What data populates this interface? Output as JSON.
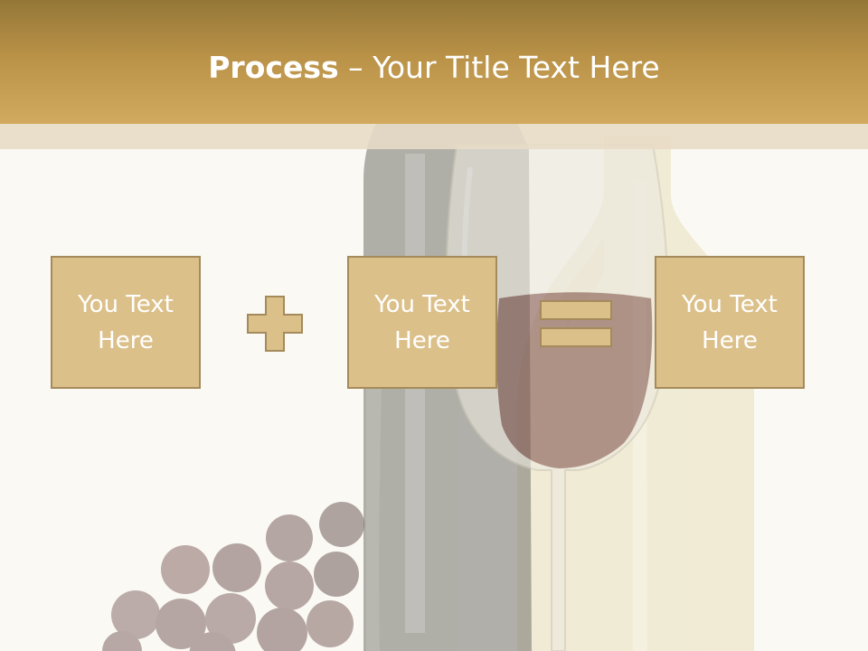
{
  "slide": {
    "title_bold": "Process",
    "title_rest": " – Your Title Text Here"
  },
  "process": {
    "boxes": [
      {
        "label": "You Text Here"
      },
      {
        "label": "You Text Here"
      },
      {
        "label": "You Text Here"
      }
    ],
    "operators": [
      "plus-icon",
      "equals-icon"
    ]
  },
  "colors": {
    "title_bar": "#b99147",
    "box_fill": "#dcc08a",
    "box_border": "#a58a5c",
    "text": "#ffffff",
    "background": "#fbf9f4"
  },
  "background_image": {
    "icons": [
      "wine-bottle-icon",
      "wine-glass-icon",
      "white-wine-bottle-icon",
      "grapes-icon"
    ]
  }
}
